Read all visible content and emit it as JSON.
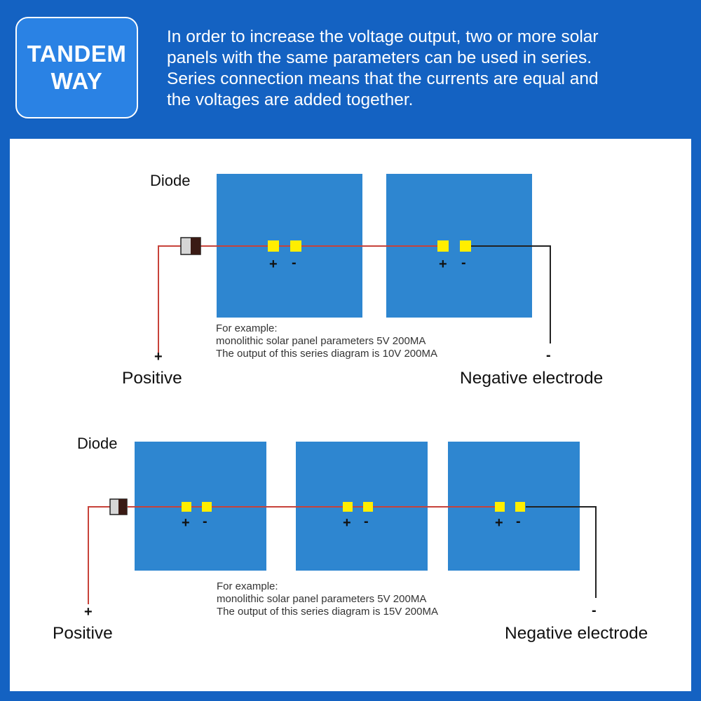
{
  "badge": {
    "line1": "TANDEM",
    "line2": "WAY"
  },
  "intro": {
    "line1": "In order to increase the voltage output, two or more solar",
    "line2": "panels with the same parameters can be used in series.",
    "line3": "Series connection means that the currents are equal and",
    "line4": "the voltages are added together."
  },
  "colors": {
    "background": "#1462c2",
    "badge": "#2a82e4",
    "solar_panel": "#2e86d0",
    "terminal": "#ffee00",
    "positive_wire": "#c7423a",
    "negative_wire": "#222222"
  },
  "diagram1": {
    "diode_label": "Diode",
    "plus_sign": "+",
    "minus_sign": "-",
    "positive_label": "Positive",
    "negative_label": "Negative electrode",
    "note": {
      "line1": "For example:",
      "line2": "monolithic solar panel parameters 5V 200MA",
      "line3": "The output of this series diagram is 10V 200MA"
    }
  },
  "diagram2": {
    "diode_label": "Diode",
    "plus_sign": "+",
    "minus_sign": "-",
    "positive_label": "Positive",
    "negative_label": "Negative electrode",
    "note": {
      "line1": "For example:",
      "line2": "monolithic solar panel parameters 5V 200MA",
      "line3": "The output of this series diagram is 15V 200MA"
    }
  }
}
